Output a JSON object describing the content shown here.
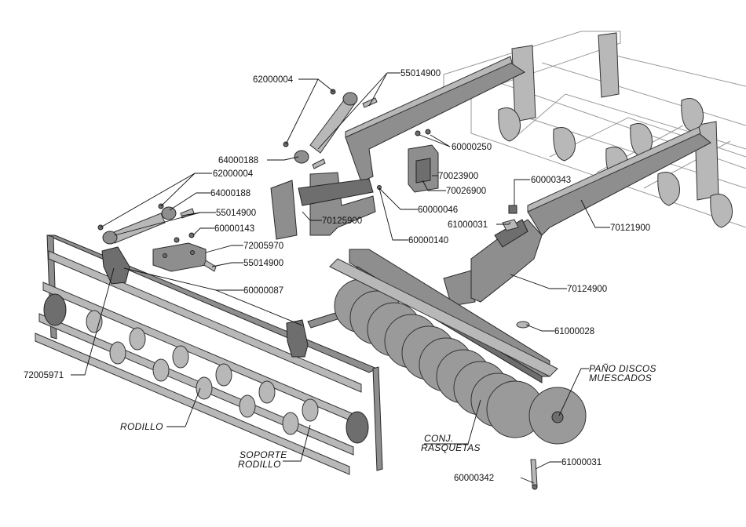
{
  "labels": {
    "l_62000004_top": "62000004",
    "l_55014900_top": "55014900",
    "l_64000188_top": "64000188",
    "l_60000250": "60000250",
    "l_62000004_mid": "62000004",
    "l_70023900": "70023900",
    "l_64000188_mid": "64000188",
    "l_70026900": "70026900",
    "l_60000343": "60000343",
    "l_55014900_mid": "55014900",
    "l_60000143": "60000143",
    "l_60000046": "60000046",
    "l_70125900": "70125900",
    "l_61000031_top": "61000031",
    "l_70121900": "70121900",
    "l_72005970": "72005970",
    "l_60000140": "60000140",
    "l_55014900_low": "55014900",
    "l_60000087": "60000087",
    "l_70124900": "70124900",
    "l_61000028": "61000028",
    "l_72005971": "72005971",
    "l_pano_1": "PAÑO DISCOS",
    "l_pano_2": "MUESCADOS",
    "l_rodillo": "RODILLO",
    "l_conj_1": "CONJ.",
    "l_conj_2": "RASQUETAS",
    "l_soporte_1": "SOPORTE",
    "l_soporte_2": "RODILLO",
    "l_61000031_low": "61000031",
    "l_60000342": "60000342"
  }
}
